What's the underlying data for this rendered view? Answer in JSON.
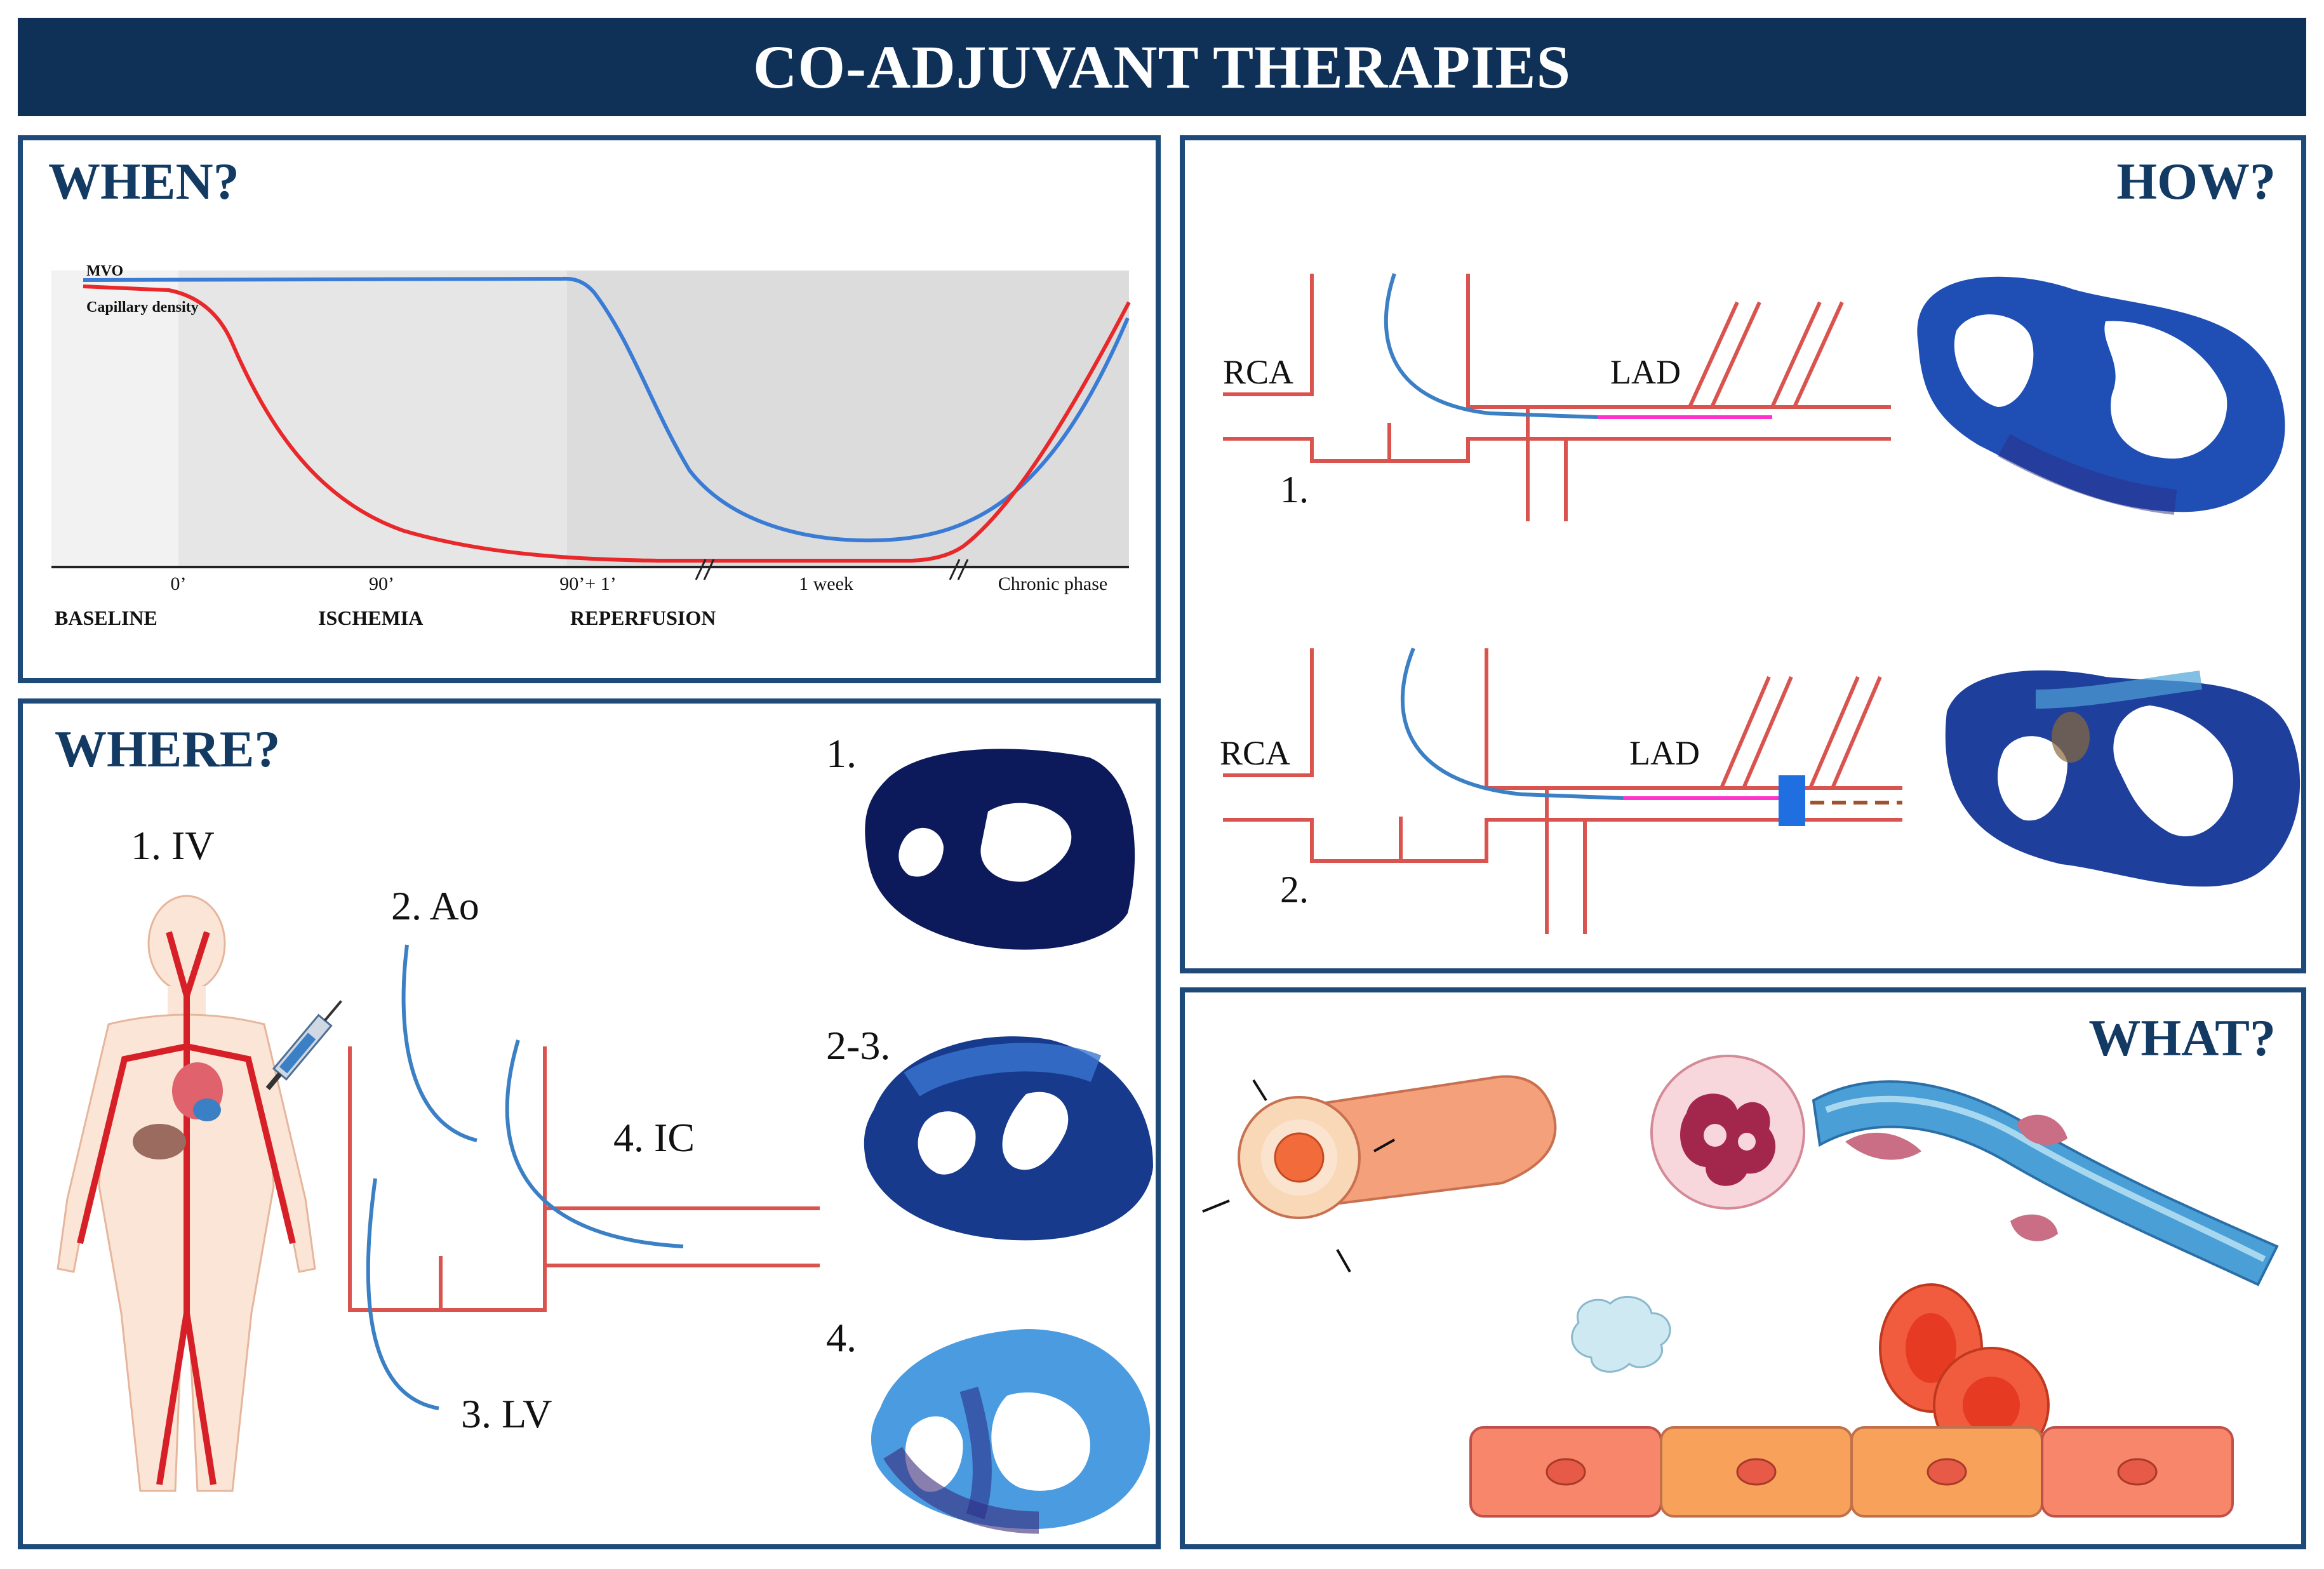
{
  "banner": {
    "title": "CO-ADJUVANT THERAPIES"
  },
  "colors": {
    "navy": "#0f3157",
    "panel_border": "#1d4a78",
    "vessel_red": "#d9534f",
    "catheter_blue": "#3b7fc4",
    "balloon_magenta": "#ff33cc",
    "mvo_blue": "#3a7bd5",
    "capillary_red": "#e8282a",
    "occlusion_blue": "#1f6fe0"
  },
  "when": {
    "title": "WHEN?",
    "legend": {
      "mvo": "MVO",
      "capillary": "Capillary density"
    },
    "ticks": [
      "0’",
      "90’",
      "90’+ 1’",
      "1 week",
      "Chronic phase"
    ],
    "phases": [
      "BASELINE",
      "ISCHEMIA",
      "REPERFUSION"
    ]
  },
  "how": {
    "title": "HOW?",
    "panel1": {
      "rca": "RCA",
      "lad": "LAD",
      "num": "1."
    },
    "panel2": {
      "rca": "RCA",
      "lad": "LAD",
      "num": "2."
    }
  },
  "where": {
    "title": "WHERE?",
    "routes": {
      "iv": "1. IV",
      "ao": "2. Ao",
      "ic": "4. IC",
      "lv": "3. LV"
    },
    "slice_labels": [
      "1.",
      "2-3.",
      "4."
    ]
  },
  "what": {
    "title": "WHAT?"
  },
  "icons": [
    "human-body-icon",
    "syringe-icon",
    "heart-slice-icon",
    "artery-icon",
    "neutrophil-icon",
    "blood-vessel-icon",
    "platelet-icon",
    "red-blood-cell-icon",
    "endothelial-cell-icon"
  ]
}
